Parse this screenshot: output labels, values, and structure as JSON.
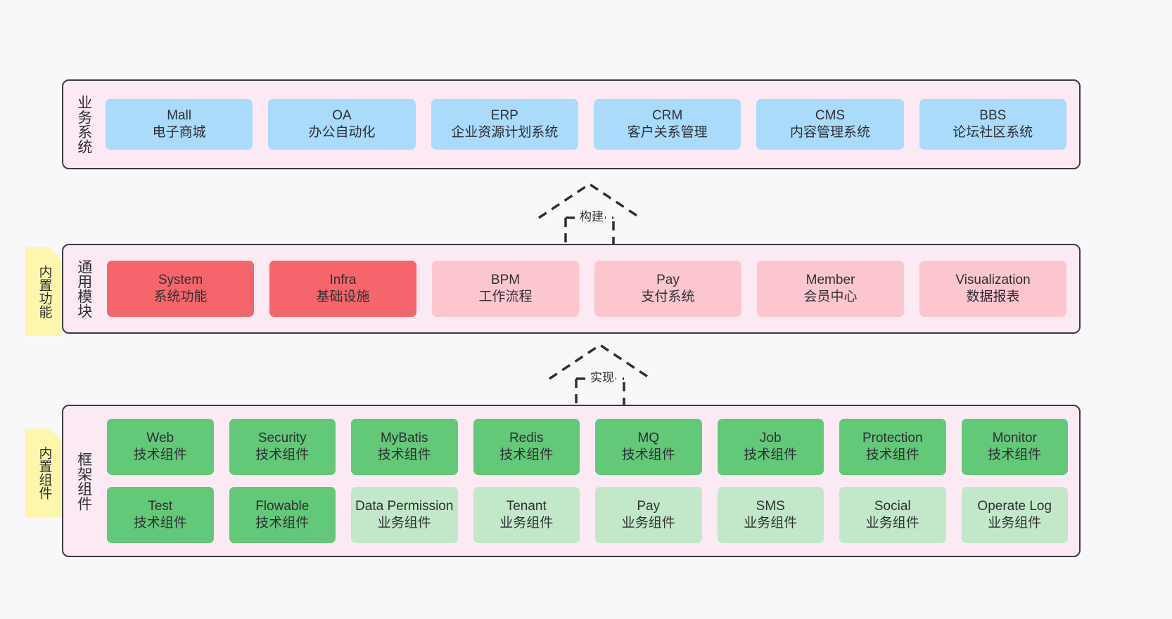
{
  "diagram": {
    "background": "#f8f8f8",
    "band_background": "#fbeaf4",
    "band_border": "#3b3b46",
    "note_color": "#fcf7ad",
    "colors": {
      "blue": "#aadbfb",
      "red_strong": "#f4666c",
      "red_soft": "#fcc6cf",
      "green_strong": "#63c878",
      "green_soft": "#c2e8c9"
    }
  },
  "notes": [
    {
      "label": "内置功能"
    },
    {
      "label": "内置组件"
    }
  ],
  "arrows": [
    {
      "label": "构建",
      "style": "dashed-generalization",
      "direction": "up"
    },
    {
      "label": "实现",
      "style": "dashed-generalization",
      "direction": "up"
    }
  ],
  "layers": [
    {
      "title": "业务系统",
      "rows": [
        {
          "cards": [
            {
              "en": "Mall",
              "cn": "电子商城",
              "tone": "blue"
            },
            {
              "en": "OA",
              "cn": "办公自动化",
              "tone": "blue"
            },
            {
              "en": "ERP",
              "cn": "企业资源计划系统",
              "tone": "blue"
            },
            {
              "en": "CRM",
              "cn": "客户关系管理",
              "tone": "blue"
            },
            {
              "en": "CMS",
              "cn": "内容管理系统",
              "tone": "blue"
            },
            {
              "en": "BBS",
              "cn": "论坛社区系统",
              "tone": "blue"
            }
          ]
        }
      ]
    },
    {
      "title": "通用模块",
      "rows": [
        {
          "cards": [
            {
              "en": "System",
              "cn": "系统功能",
              "tone": "red-strong"
            },
            {
              "en": "Infra",
              "cn": "基础设施",
              "tone": "red-strong"
            },
            {
              "en": "BPM",
              "cn": "工作流程",
              "tone": "red-soft"
            },
            {
              "en": "Pay",
              "cn": "支付系统",
              "tone": "red-soft"
            },
            {
              "en": "Member",
              "cn": "会员中心",
              "tone": "red-soft"
            },
            {
              "en": "Visualization",
              "cn": "数据报表",
              "tone": "red-soft"
            }
          ]
        }
      ]
    },
    {
      "title": "框架组件",
      "rows": [
        {
          "cards": [
            {
              "en": "Web",
              "cn": "技术组件",
              "tone": "green-strong"
            },
            {
              "en": "Security",
              "cn": "技术组件",
              "tone": "green-strong"
            },
            {
              "en": "MyBatis",
              "cn": "技术组件",
              "tone": "green-strong"
            },
            {
              "en": "Redis",
              "cn": "技术组件",
              "tone": "green-strong"
            },
            {
              "en": "MQ",
              "cn": "技术组件",
              "tone": "green-strong"
            },
            {
              "en": "Job",
              "cn": "技术组件",
              "tone": "green-strong"
            },
            {
              "en": "Protection",
              "cn": "技术组件",
              "tone": "green-strong"
            },
            {
              "en": "Monitor",
              "cn": "技术组件",
              "tone": "green-strong"
            }
          ]
        },
        {
          "cards": [
            {
              "en": "Test",
              "cn": "技术组件",
              "tone": "green-strong"
            },
            {
              "en": "Flowable",
              "cn": "技术组件",
              "tone": "green-strong"
            },
            {
              "en": "Data Permission",
              "cn": "业务组件",
              "tone": "green-soft"
            },
            {
              "en": "Tenant",
              "cn": "业务组件",
              "tone": "green-soft"
            },
            {
              "en": "Pay",
              "cn": "业务组件",
              "tone": "green-soft"
            },
            {
              "en": "SMS",
              "cn": "业务组件",
              "tone": "green-soft"
            },
            {
              "en": "Social",
              "cn": "业务组件",
              "tone": "green-soft"
            },
            {
              "en": "Operate Log",
              "cn": "业务组件",
              "tone": "green-soft"
            }
          ]
        }
      ]
    }
  ]
}
